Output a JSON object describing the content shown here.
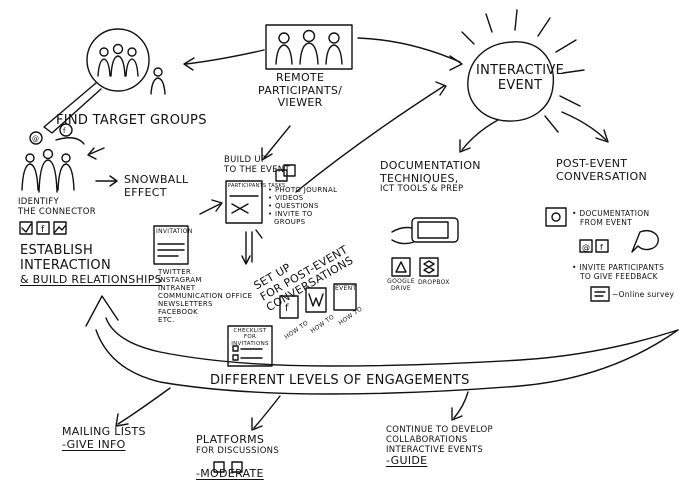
{
  "remote": {
    "l1": "Remote",
    "l2": "participants/",
    "l3": "viewer"
  },
  "event": {
    "l1": "Interactive",
    "l2": "event"
  },
  "target": {
    "title": "Find target groups"
  },
  "identify": {
    "l1": "Identify",
    "l2": "the connector"
  },
  "snowball": {
    "l1": "Snowball",
    "l2": "effect"
  },
  "establish": {
    "l1": "Establish",
    "l2": "interaction",
    "l3": "& build relationships"
  },
  "buildup": {
    "l1": "Build up",
    "l2": "to the event",
    "sheet": "Participants tasks"
  },
  "tasks": {
    "t1": "• Photo journal",
    "t2": "• Videos",
    "t3": "• Questions",
    "t4": "• Invite to",
    "t5": "groups"
  },
  "invitation": {
    "card": "Invitation"
  },
  "channels": {
    "c1": "Twitter",
    "c2": "Instagram",
    "c3": "Intranet",
    "c4": "Communication office",
    "c5": "Newsletters",
    "c6": "Facebook",
    "c7": "Etc."
  },
  "setup": {
    "l1": "Set up",
    "l2": "for post-event",
    "l3": "conversations"
  },
  "howto": {
    "h1": "How to",
    "h2": "How to",
    "h3": "How to",
    "event": "Event"
  },
  "checklist": {
    "l1": "Checklist",
    "l2": "for",
    "l3": "invitations"
  },
  "documentation": {
    "l1": "Documentation",
    "l2": "techniques,",
    "l3": "ICT tools & prep"
  },
  "tools": {
    "g1": "Google",
    "g2": "Drive",
    "d1": "Dropbox"
  },
  "post": {
    "l1": "Post-event",
    "l2": "conversation"
  },
  "postitems": {
    "d1": "• Documentation",
    "d2": "from event",
    "i1": "• Invite participants",
    "i2": "to give feedback",
    "survey": "~Online survey"
  },
  "levels": {
    "title": "Different levels of engagements"
  },
  "mailing": {
    "l1": "Mailing lists",
    "l2": "-Give info"
  },
  "platforms": {
    "l1": "Platforms",
    "l2": "for discussions",
    "l3": "-Moderate"
  },
  "continue": {
    "l1": "Continue to develop",
    "l2": "collaborations",
    "l3": "interactive events",
    "l4": "-Guide"
  }
}
